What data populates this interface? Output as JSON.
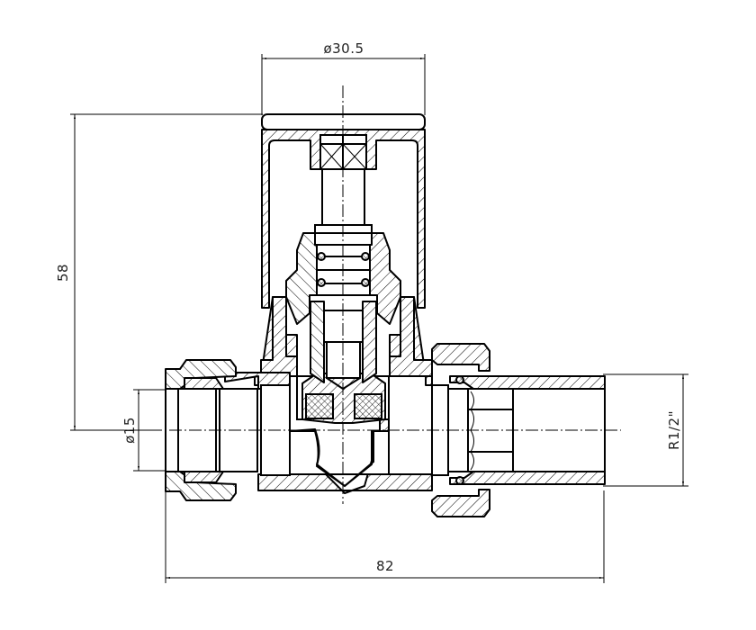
{
  "drawing": {
    "subject": "Radiator valve cross-section",
    "line_color": "#000000",
    "background": "#ffffff"
  },
  "dimensions": {
    "handle_diameter": "ø30.5",
    "height": "58",
    "inlet_diameter": "ø15",
    "thread": "R1/2\"",
    "overall_length": "82"
  }
}
